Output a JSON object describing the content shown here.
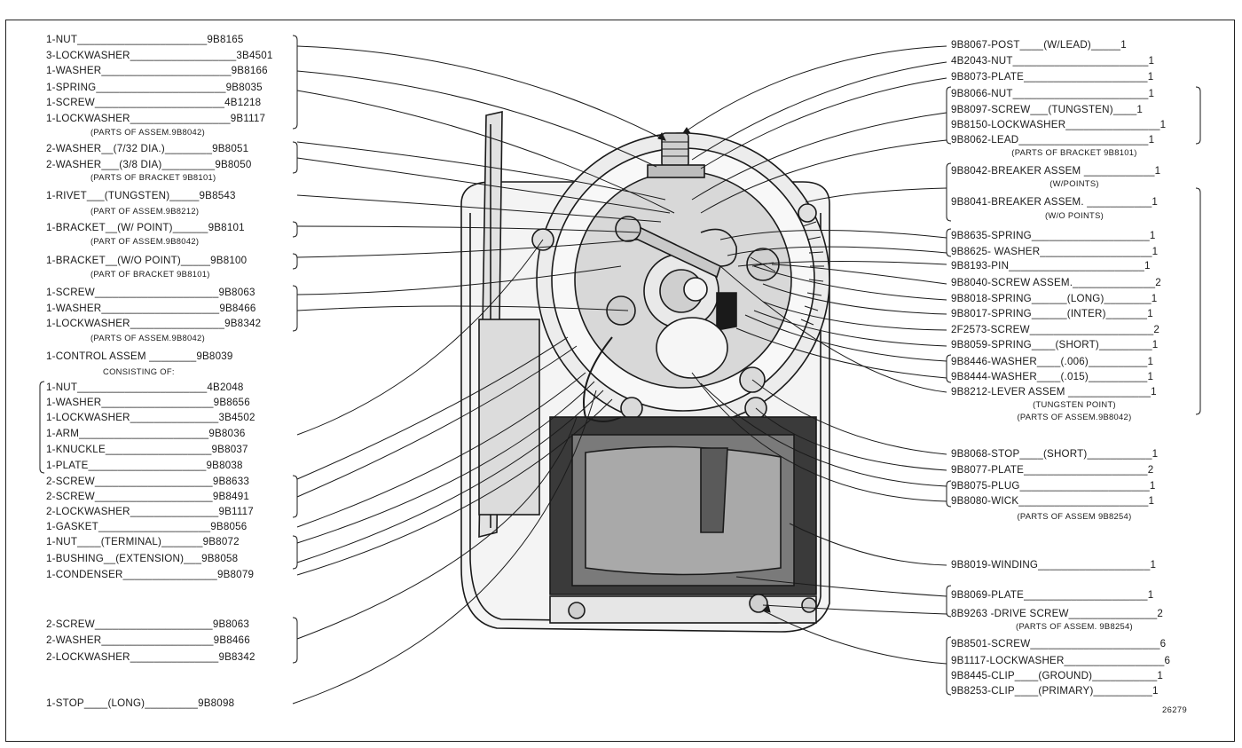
{
  "figure_number": "26279",
  "left_labels": [
    {
      "id": "l1",
      "text": "1-NUT______________________9B8165"
    },
    {
      "id": "l2",
      "text": "3-LOCKWASHER__________________3B4501"
    },
    {
      "id": "l3",
      "text": "1-WASHER______________________9B8166"
    },
    {
      "id": "l4",
      "text": "1-SPRING______________________9B8035"
    },
    {
      "id": "l5",
      "text": "1-SCREW______________________4B1218"
    },
    {
      "id": "l6",
      "text": "1-LOCKWASHER_________________9B1117"
    },
    {
      "id": "l7",
      "text": "2-WASHER__(7/32 DIA.)________9B8051"
    },
    {
      "id": "l8",
      "text": "2-WASHER___(3/8 DIA)_________9B8050"
    },
    {
      "id": "l9",
      "text": "1-RIVET___(TUNGSTEN)_____9B8543"
    },
    {
      "id": "l10",
      "text": "1-BRACKET__(W/ POINT)______9B8101"
    },
    {
      "id": "l11",
      "text": "1-BRACKET__(W/O POINT)_____9B8100"
    },
    {
      "id": "l12",
      "text": "1-SCREW_____________________9B8063"
    },
    {
      "id": "l13",
      "text": "1-WASHER____________________9B8466"
    },
    {
      "id": "l14",
      "text": "1-LOCKWASHER________________9B8342"
    },
    {
      "id": "l15",
      "text": "1-CONTROL ASSEM ________9B8039"
    },
    {
      "id": "l16",
      "text": "1-NUT______________________4B2048"
    },
    {
      "id": "l17",
      "text": "1-WASHER___________________9B8656"
    },
    {
      "id": "l18",
      "text": "1-LOCKWASHER_______________3B4502"
    },
    {
      "id": "l19",
      "text": "1-ARM______________________9B8036"
    },
    {
      "id": "l20",
      "text": "1-KNUCKLE__________________9B8037"
    },
    {
      "id": "l21",
      "text": "1-PLATE____________________9B8038"
    },
    {
      "id": "l22",
      "text": "2-SCREW____________________9B8633"
    },
    {
      "id": "l23",
      "text": "2-SCREW____________________9B8491"
    },
    {
      "id": "l24",
      "text": "2-LOCKWASHER_______________9B1117"
    },
    {
      "id": "l25",
      "text": "1-GASKET___________________9B8056"
    },
    {
      "id": "l26",
      "text": "1-NUT____(TERMINAL)_______9B8072"
    },
    {
      "id": "l27",
      "text": "1-BUSHING__(EXTENSION)___9B8058"
    },
    {
      "id": "l28",
      "text": "1-CONDENSER________________9B8079"
    },
    {
      "id": "l29",
      "text": "2-SCREW____________________9B8063"
    },
    {
      "id": "l30",
      "text": "2-WASHER___________________9B8466"
    },
    {
      "id": "l31",
      "text": "2-LOCKWASHER_______________9B8342"
    },
    {
      "id": "l32",
      "text": "1-STOP____(LONG)_________9B8098"
    }
  ],
  "left_notes": [
    {
      "id": "n1",
      "text": "(PARTS OF ASSEM.9B8042)"
    },
    {
      "id": "n2",
      "text": "(PARTS OF BRACKET 9B8101)"
    },
    {
      "id": "n3",
      "text": "(PART OF ASSEM.9B8212)"
    },
    {
      "id": "n4",
      "text": "(PART OF ASSEM.9B8042)"
    },
    {
      "id": "n5",
      "text": "(PART OF BRACKET 9B8101)"
    },
    {
      "id": "n6",
      "text": "(PARTS OF ASSEM.9B8042)"
    },
    {
      "id": "n7",
      "text": "CONSISTING OF:"
    }
  ],
  "right_labels": [
    {
      "id": "r1",
      "text": "9B8067-POST____(W/LEAD)_____1"
    },
    {
      "id": "r2",
      "text": "4B2043-NUT_______________________1"
    },
    {
      "id": "r3",
      "text": "9B8073-PLATE_____________________1"
    },
    {
      "id": "r4",
      "text": "9B8066-NUT_______________________1"
    },
    {
      "id": "r5",
      "text": "9B8097-SCREW___(TUNGSTEN)____1"
    },
    {
      "id": "r6",
      "text": "9B8150-LOCKWASHER________________1"
    },
    {
      "id": "r7",
      "text": "9B8062-LEAD______________________1"
    },
    {
      "id": "r8",
      "text": "9B8042-BREAKER ASSEM ____________1"
    },
    {
      "id": "r9",
      "text": "9B8041-BREAKER ASSEM. ___________1"
    },
    {
      "id": "r10",
      "text": "9B8635-SPRING____________________1"
    },
    {
      "id": "r11",
      "text": "9B8625- WASHER___________________1"
    },
    {
      "id": "r12",
      "text": "9B8193-PIN_______________________1"
    },
    {
      "id": "r13",
      "text": "9B8040-SCREW ASSEM.______________2"
    },
    {
      "id": "r14",
      "text": "9B8018-SPRING______(LONG)________1"
    },
    {
      "id": "r15",
      "text": "9B8017-SPRING______(INTER)_______1"
    },
    {
      "id": "r16",
      "text": "2F2573-SCREW_____________________2"
    },
    {
      "id": "r17",
      "text": "9B8059-SPRING____(SHORT)_________1"
    },
    {
      "id": "r18",
      "text": "9B8446-WASHER____(.006)__________1"
    },
    {
      "id": "r19",
      "text": "9B8444-WASHER____(.015)__________1"
    },
    {
      "id": "r20",
      "text": "9B8212-LEVER ASSEM ______________1"
    },
    {
      "id": "r21",
      "text": "9B8068-STOP____(SHORT)___________1"
    },
    {
      "id": "r22",
      "text": "9B8077-PLATE_____________________2"
    },
    {
      "id": "r23",
      "text": "9B8075-PLUG______________________1"
    },
    {
      "id": "r24",
      "text": "9B8080-WICK______________________1"
    },
    {
      "id": "r25",
      "text": "9B8019-WINDING___________________1"
    },
    {
      "id": "r26",
      "text": "9B8069-PLATE_____________________1"
    },
    {
      "id": "r27",
      "text": "8B9263 -DRIVE SCREW_______________2"
    },
    {
      "id": "r28",
      "text": "9B8501-SCREW______________________6"
    },
    {
      "id": "r29",
      "text": "9B1117-LOCKWASHER_________________6"
    },
    {
      "id": "r30",
      "text": "9B8445-CLIP____(GROUND)___________1"
    },
    {
      "id": "r31",
      "text": "9B8253-CLIP____(PRIMARY)__________1"
    }
  ],
  "right_notes": [
    {
      "id": "rn1",
      "text": "(PARTS OF BRACKET 9B8101)"
    },
    {
      "id": "rn2",
      "text": "(W/POINTS)"
    },
    {
      "id": "rn3",
      "text": "(W/O POINTS)"
    },
    {
      "id": "rn4",
      "text": "(TUNGSTEN POINT)"
    },
    {
      "id": "rn5",
      "text": "(PARTS OF ASSEM.9B8042)"
    },
    {
      "id": "rn6",
      "text": "(PARTS OF ASSEM 9B8254)"
    },
    {
      "id": "rn7",
      "text": "(PARTS OF ASSEM. 9B8254)"
    }
  ]
}
